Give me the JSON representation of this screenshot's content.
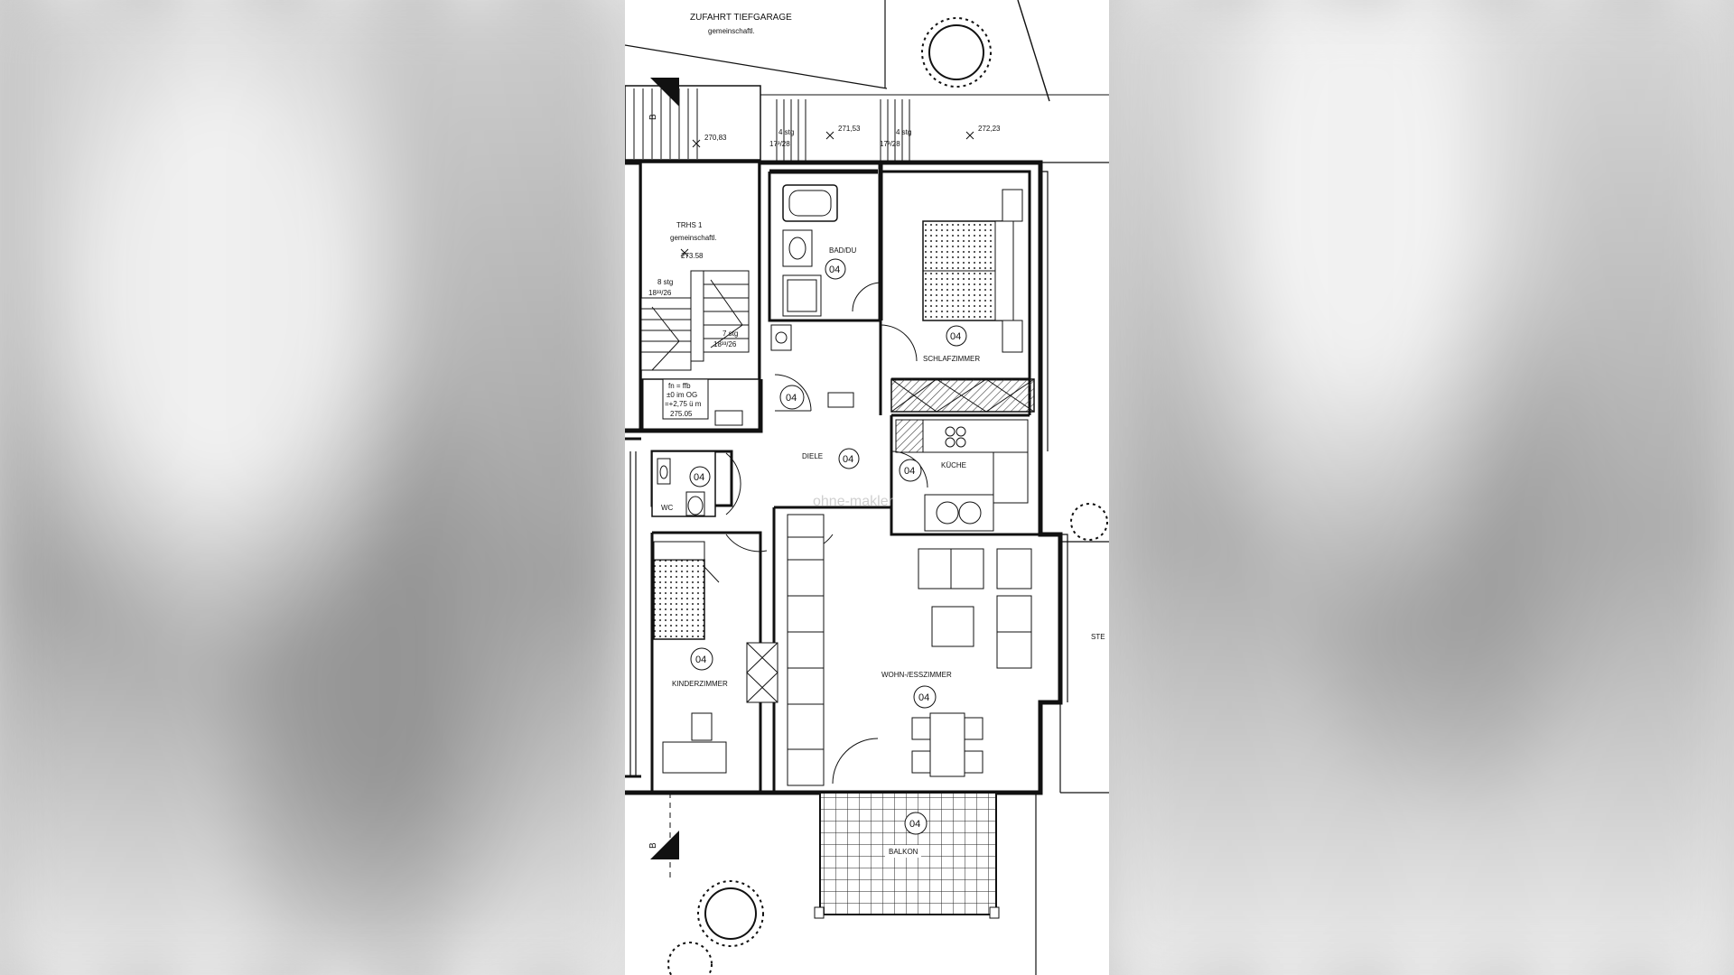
{
  "plan": {
    "access_label": "ZUFAHRT TIEFGARAGE",
    "access_sub": "gemeinschaftl.",
    "section_marker": "B",
    "levels": [
      {
        "id": "lvl1",
        "text": "270,83"
      },
      {
        "id": "lvl2",
        "text": "271,53"
      },
      {
        "id": "lvl3",
        "text": "272,23"
      }
    ],
    "steps": [
      {
        "id": "st1",
        "line1": "4 stg",
        "line2": "17³/28"
      },
      {
        "id": "st2",
        "line1": "4 stg",
        "line2": "17³/28"
      }
    ],
    "stair_hall": {
      "name": "TRHS 1",
      "sub": "gemeinschaftl.",
      "level": "273.58",
      "flight_a1": "8 stg",
      "flight_a2": "18³³/26",
      "flight_b1": "7 stg",
      "flight_b2": "18³³/26",
      "og_line1": "fn = ffb",
      "og_line2": "±0 im OG",
      "og_line3": "=+2,75 ü m",
      "og_level": "275.05"
    },
    "room_number": "04",
    "rooms": {
      "bad": "BAD/DU",
      "schlaf": "SCHLAFZIMMER",
      "diele": "DIELE",
      "kueche": "KÜCHE",
      "wc": "WC",
      "kinder": "KINDERZIMMER",
      "wohn": "WOHN-/ESSZIMMER",
      "balkon": "BALKON"
    },
    "side_text": "STE",
    "watermark": "ohne-makler"
  }
}
